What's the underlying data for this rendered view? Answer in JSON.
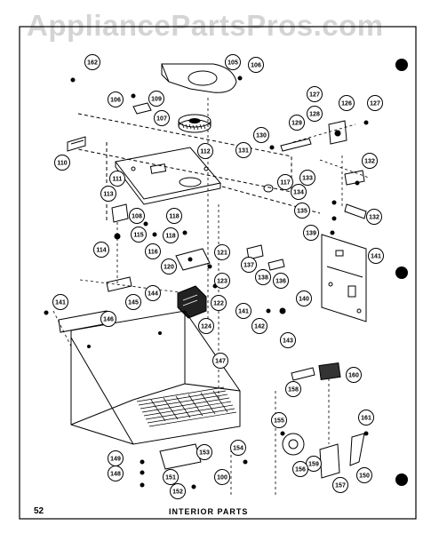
{
  "watermark": "AppliancePartsPros.com",
  "page_number": "52",
  "caption": "INTERIOR PARTS",
  "callouts": [
    {
      "id": "c162",
      "label": "162"
    },
    {
      "id": "c105",
      "label": "105"
    },
    {
      "id": "c106a",
      "label": "106"
    },
    {
      "id": "c106b",
      "label": "106"
    },
    {
      "id": "c109",
      "label": "109"
    },
    {
      "id": "c107",
      "label": "107"
    },
    {
      "id": "c110",
      "label": "110"
    },
    {
      "id": "c112",
      "label": "112"
    },
    {
      "id": "c111",
      "label": "111"
    },
    {
      "id": "c113",
      "label": "113"
    },
    {
      "id": "c108",
      "label": "108"
    },
    {
      "id": "c118a",
      "label": "118"
    },
    {
      "id": "c118b",
      "label": "118"
    },
    {
      "id": "c115",
      "label": "115"
    },
    {
      "id": "c116",
      "label": "116"
    },
    {
      "id": "c114",
      "label": "114"
    },
    {
      "id": "c120",
      "label": "120"
    },
    {
      "id": "c121",
      "label": "121"
    },
    {
      "id": "c123",
      "label": "123"
    },
    {
      "id": "c122",
      "label": "122"
    },
    {
      "id": "c124",
      "label": "124"
    },
    {
      "id": "c127a",
      "label": "127"
    },
    {
      "id": "c126",
      "label": "126"
    },
    {
      "id": "c127b",
      "label": "127"
    },
    {
      "id": "c128",
      "label": "128"
    },
    {
      "id": "c129",
      "label": "129"
    },
    {
      "id": "c130",
      "label": "130"
    },
    {
      "id": "c131",
      "label": "131"
    },
    {
      "id": "c132a",
      "label": "132"
    },
    {
      "id": "c117",
      "label": "117"
    },
    {
      "id": "c133",
      "label": "133"
    },
    {
      "id": "c134",
      "label": "134"
    },
    {
      "id": "c135",
      "label": "135"
    },
    {
      "id": "c132b",
      "label": "132"
    },
    {
      "id": "c139",
      "label": "139"
    },
    {
      "id": "c137",
      "label": "137"
    },
    {
      "id": "c138",
      "label": "138"
    },
    {
      "id": "c136",
      "label": "136"
    },
    {
      "id": "c141a",
      "label": "141"
    },
    {
      "id": "c140",
      "label": "140"
    },
    {
      "id": "c141b",
      "label": "141"
    },
    {
      "id": "c142",
      "label": "142"
    },
    {
      "id": "c143",
      "label": "143"
    },
    {
      "id": "c144",
      "label": "144"
    },
    {
      "id": "c145",
      "label": "145"
    },
    {
      "id": "c141c",
      "label": "141"
    },
    {
      "id": "c146",
      "label": "146"
    },
    {
      "id": "c147",
      "label": "147"
    },
    {
      "id": "c158",
      "label": "158"
    },
    {
      "id": "c160",
      "label": "160"
    },
    {
      "id": "c155",
      "label": "155"
    },
    {
      "id": "c161",
      "label": "161"
    },
    {
      "id": "c159",
      "label": "159"
    },
    {
      "id": "c156",
      "label": "156"
    },
    {
      "id": "c157",
      "label": "157"
    },
    {
      "id": "c150",
      "label": "150"
    },
    {
      "id": "c149",
      "label": "149"
    },
    {
      "id": "c148",
      "label": "148"
    },
    {
      "id": "c151",
      "label": "151"
    },
    {
      "id": "c153",
      "label": "153"
    },
    {
      "id": "c154",
      "label": "154"
    },
    {
      "id": "c100",
      "label": "100"
    },
    {
      "id": "c152",
      "label": "152"
    }
  ]
}
